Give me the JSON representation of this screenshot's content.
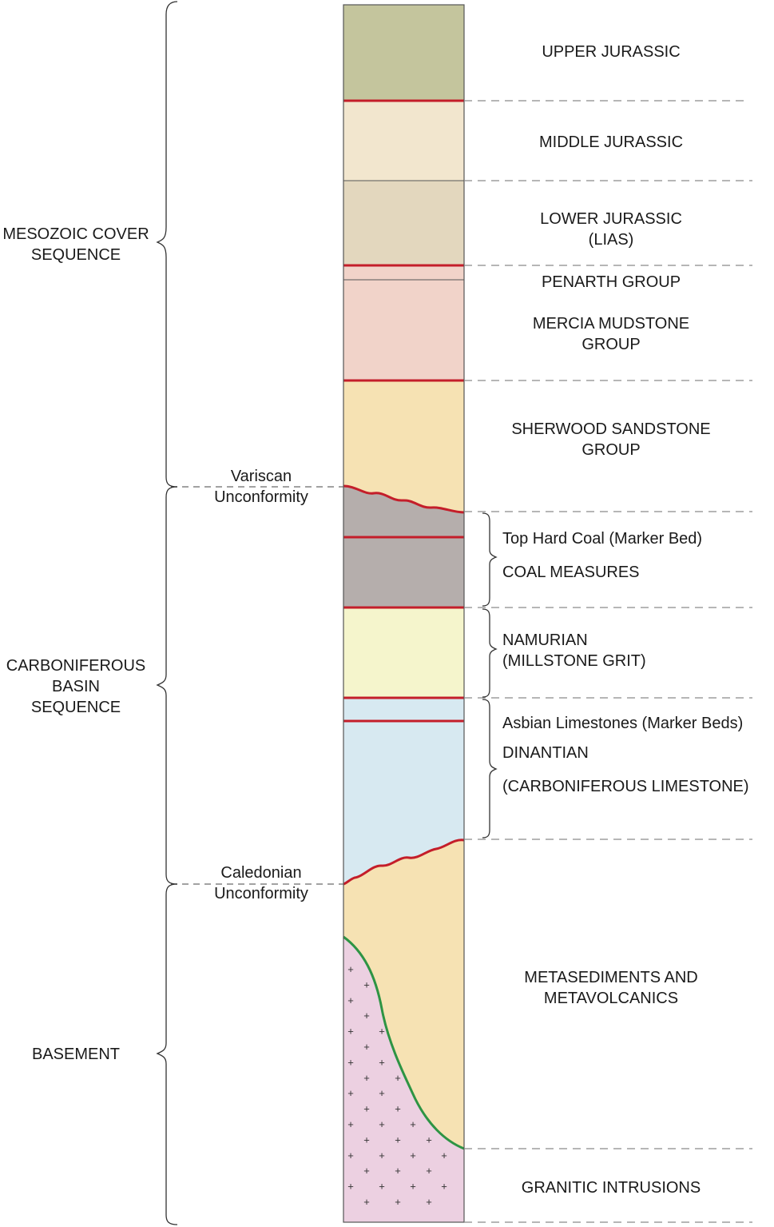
{
  "colors": {
    "upper_jurassic": "#c4c59d",
    "middle_jurassic": "#f2e6ce",
    "lower_jurassic": "#e3d7be",
    "penarth_mercia": "#f1d3c9",
    "sandstone": "#f6e2b3",
    "coal_measures": "#b5aeac",
    "namurian": "#f5f5cc",
    "dinantian": "#d7e9f1",
    "granite": "#ecd0e1",
    "horizon_line": "#c41e2a",
    "intrusion_contact": "#2e9444",
    "outline": "#555555",
    "dashes": "#8a8a8a"
  },
  "units": [
    {
      "lines": [
        "UPPER JURASSIC"
      ]
    },
    {
      "lines": [
        "MIDDLE JURASSIC"
      ]
    },
    {
      "lines": [
        "LOWER JURASSIC",
        "(LIAS)"
      ]
    },
    {
      "lines": [
        "PENARTH GROUP"
      ]
    },
    {
      "lines": [
        "MERCIA MUDSTONE",
        "GROUP"
      ]
    },
    {
      "lines": [
        "SHERWOOD SANDSTONE",
        "GROUP"
      ]
    },
    {
      "lines": [
        "Top Hard Coal (Marker Bed)"
      ]
    },
    {
      "lines": [
        "COAL MEASURES"
      ]
    },
    {
      "lines": [
        "NAMURIAN",
        "(MILLSTONE GRIT)"
      ]
    },
    {
      "lines": [
        "Asbian Limestones (Marker Beds)"
      ]
    },
    {
      "lines": [
        "DINANTIAN"
      ]
    },
    {
      "lines": [
        "(CARBONIFEROUS LIMESTONE)"
      ]
    },
    {
      "lines": [
        "METASEDIMENTS AND",
        "METAVOLCANICS"
      ]
    },
    {
      "lines": [
        "GRANITIC INTRUSIONS"
      ]
    }
  ],
  "sequences": [
    {
      "lines": [
        "MESOZOIC COVER",
        "SEQUENCE"
      ]
    },
    {
      "lines": [
        "CARBONIFEROUS",
        "BASIN",
        "SEQUENCE"
      ]
    },
    {
      "lines": [
        "BASEMENT"
      ]
    }
  ],
  "unconformities": [
    {
      "lines": [
        "Variscan",
        "Unconformity"
      ]
    },
    {
      "lines": [
        "Caledonian",
        "Unconformity"
      ]
    }
  ],
  "granite_symbol": "+"
}
